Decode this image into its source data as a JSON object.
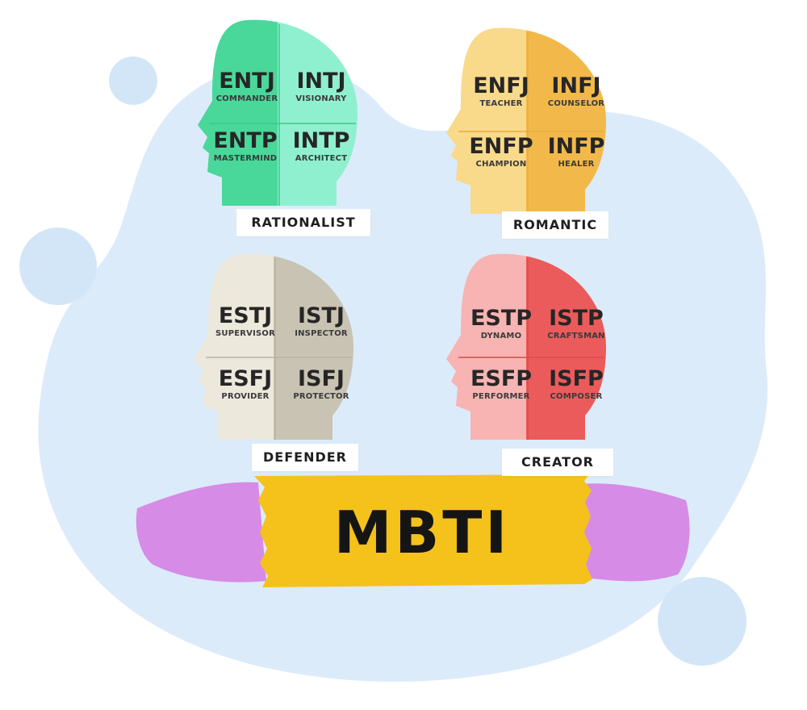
{
  "colors": {
    "blob": "#dcebfa",
    "blob_dots": "#d3e6f8",
    "rationalist_dark": "#49d79a",
    "rationalist_light": "#8ff0cf",
    "romantic_dark": "#f2b94a",
    "romantic_light": "#f9d98a",
    "defender_dark": "#c9c3b3",
    "defender_light": "#ece8dc",
    "creator_dark": "#ec5b5b",
    "creator_light": "#f7b4b2",
    "banner_yellow": "#f5c21b",
    "banner_purple": "#d68be6"
  },
  "groups": [
    {
      "caption": "RATIONALIST",
      "types": [
        {
          "code": "ENTJ",
          "name": "COMMANDER"
        },
        {
          "code": "INTJ",
          "name": "VISIONARY"
        },
        {
          "code": "ENTP",
          "name": "MASTERMIND"
        },
        {
          "code": "INTP",
          "name": "ARCHITECT"
        }
      ]
    },
    {
      "caption": "ROMANTIC",
      "types": [
        {
          "code": "ENFJ",
          "name": "TEACHER"
        },
        {
          "code": "INFJ",
          "name": "COUNSELOR"
        },
        {
          "code": "ENFP",
          "name": "CHAMPION"
        },
        {
          "code": "INFP",
          "name": "HEALER"
        }
      ]
    },
    {
      "caption": "DEFENDER",
      "types": [
        {
          "code": "ESTJ",
          "name": "SUPERVISOR"
        },
        {
          "code": "ISTJ",
          "name": "INSPECTOR"
        },
        {
          "code": "ESFJ",
          "name": "PROVIDER"
        },
        {
          "code": "ISFJ",
          "name": "PROTECTOR"
        }
      ]
    },
    {
      "caption": "CREATOR",
      "types": [
        {
          "code": "ESTP",
          "name": "DYNAMO"
        },
        {
          "code": "ISTP",
          "name": "CRAFTSMAN"
        },
        {
          "code": "ESFP",
          "name": "PERFORMER"
        },
        {
          "code": "ISFP",
          "name": "COMPOSER"
        }
      ]
    }
  ],
  "banner": {
    "title": "MBTI"
  }
}
